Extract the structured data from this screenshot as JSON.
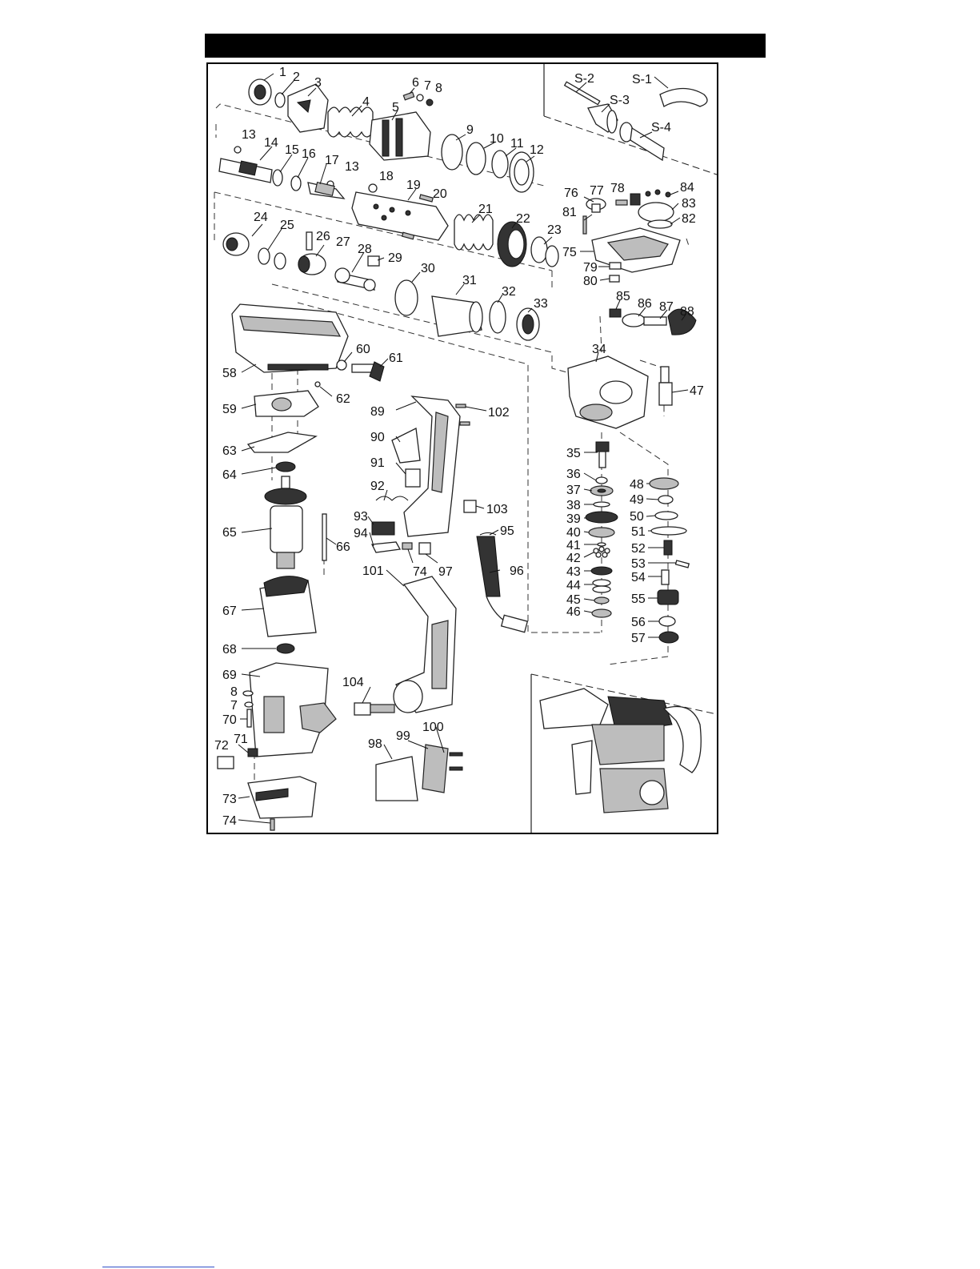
{
  "labels": {
    "p1": "1",
    "p2": "2",
    "p3": "3",
    "p4": "4",
    "p5": "5",
    "p6": "6",
    "p7": "7",
    "p8": "8",
    "p9": "9",
    "p10": "10",
    "p11": "11",
    "p12": "12",
    "p13a": "13",
    "p13b": "13",
    "p14": "14",
    "p15": "15",
    "p16": "16",
    "p17": "17",
    "p18": "18",
    "p19": "19",
    "p20": "20",
    "p21": "21",
    "p22": "22",
    "p23": "23",
    "p24": "24",
    "p25": "25",
    "p26": "26",
    "p27": "27",
    "p28": "28",
    "p29": "29",
    "p30": "30",
    "p31": "31",
    "p32": "32",
    "p33": "33",
    "p34": "34",
    "p35": "35",
    "p36": "36",
    "p37": "37",
    "p38": "38",
    "p39": "39",
    "p40": "40",
    "p41": "41",
    "p42": "42",
    "p43": "43",
    "p44": "44",
    "p45": "45",
    "p46": "46",
    "p47": "47",
    "p48": "48",
    "p49": "49",
    "p50": "50",
    "p51": "51",
    "p52": "52",
    "p53": "53",
    "p54": "54",
    "p55": "55",
    "p56": "56",
    "p57": "57",
    "p58": "58",
    "p59": "59",
    "p60": "60",
    "p61": "61",
    "p62": "62",
    "p63": "63",
    "p64": "64",
    "p65": "65",
    "p66": "66",
    "p67": "67",
    "p68": "68",
    "p69": "69",
    "p70": "70",
    "p71": "71",
    "p72": "72",
    "p73": "73",
    "p74a": "74",
    "p74b": "74",
    "p75": "75",
    "p76": "76",
    "p77": "77",
    "p78": "78",
    "p79": "79",
    "p80": "80",
    "p81": "81",
    "p82": "82",
    "p83": "83",
    "p84": "84",
    "p85": "85",
    "p86": "86",
    "p87": "87",
    "p88": "88",
    "p89": "89",
    "p90": "90",
    "p91": "91",
    "p92": "92",
    "p93": "93",
    "p94": "94",
    "p95": "95",
    "p96": "96",
    "p97": "97",
    "p98": "98",
    "p99": "99",
    "p100": "100",
    "p101": "101",
    "p102": "102",
    "p103": "103",
    "p104": "104",
    "p7b": "7",
    "p8b": "8",
    "s1": "S-1",
    "s2": "S-2",
    "s3": "S-3",
    "s4": "S-4"
  }
}
